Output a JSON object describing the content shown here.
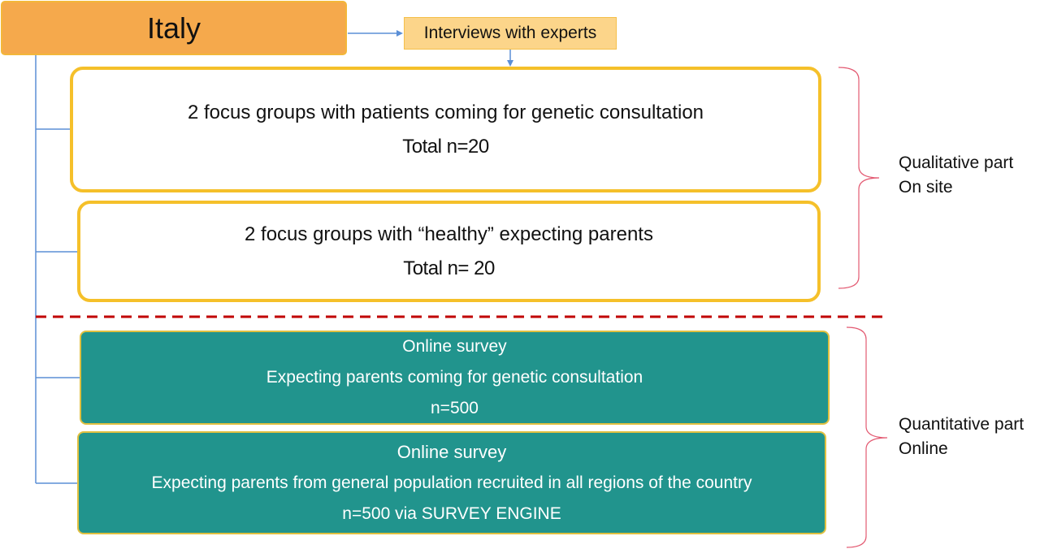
{
  "country": "Italy",
  "experts": "Interviews with experts",
  "focus_groups": [
    {
      "line1": "2 focus groups with patients coming for genetic consultation",
      "line2": "Total n=20"
    },
    {
      "line1": "2 focus groups with “healthy” expecting parents",
      "line2": "Total n= 20"
    }
  ],
  "surveys": [
    {
      "line1": "Online survey",
      "line2": "Expecting parents coming for genetic consultation",
      "line3": "n=500"
    },
    {
      "line1": "Online survey",
      "line2": "Expecting parents from general population recruited in all regions of the country",
      "line3": "n=500 via SURVEY ENGINE"
    }
  ],
  "labels": {
    "qualitative": {
      "line1": "Qualitative part",
      "line2": "On site"
    },
    "quantitative": {
      "line1": "Quantitative part",
      "line2": "Online"
    }
  },
  "colors": {
    "country_fill": "#f5a94c",
    "experts_fill": "#fcd58a",
    "focus_border": "#f5c02a",
    "survey_fill": "#21948d",
    "connector": "#5b8fd6",
    "bracket": "#e35a72",
    "divider": "#c00000"
  }
}
